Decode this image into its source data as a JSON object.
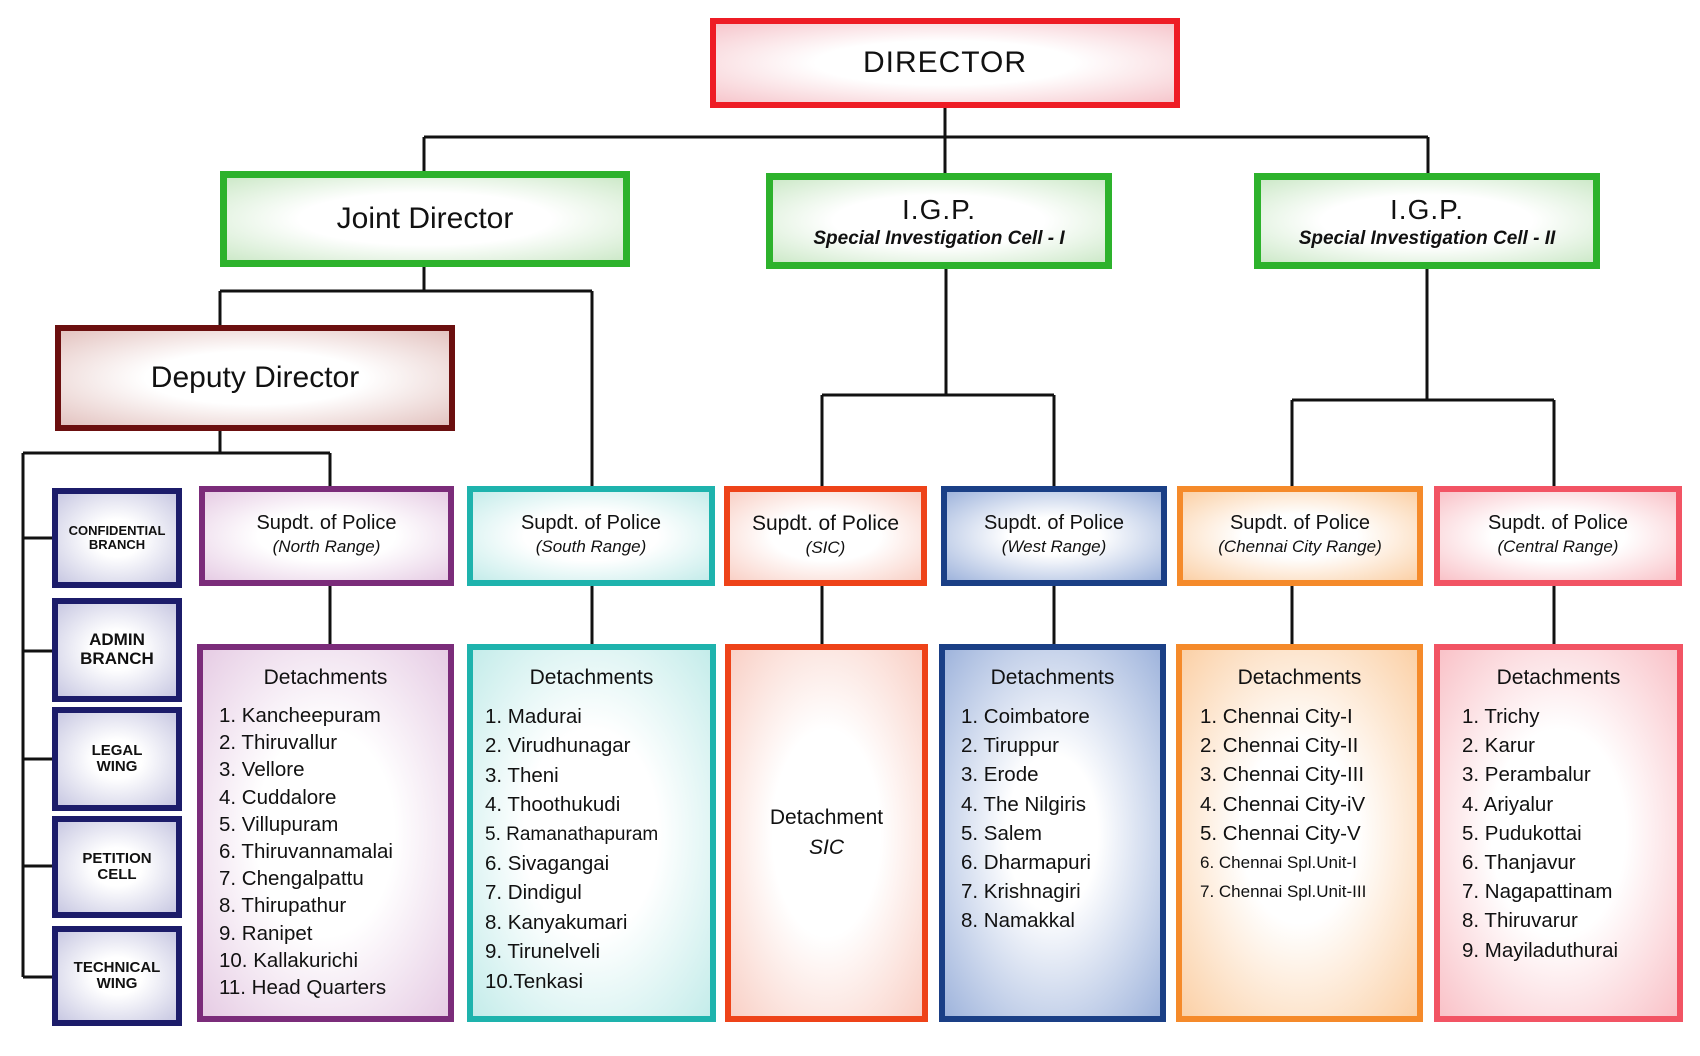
{
  "director": "DIRECTOR",
  "joint_director": "Joint Director",
  "igp1": {
    "title": "I.G.P.",
    "subtitle": "Special Investigation Cell - I"
  },
  "igp2": {
    "title": "I.G.P.",
    "subtitle": "Special Investigation Cell - II"
  },
  "deputy_director": "Deputy Director",
  "branches": [
    {
      "line1": "CONFIDENTIAL",
      "line2": "BRANCH"
    },
    {
      "line1": "ADMIN",
      "line2": "BRANCH"
    },
    {
      "line1": "LEGAL",
      "line2": "WING"
    },
    {
      "line1": "PETITION",
      "line2": "CELL"
    },
    {
      "line1": "TECHNICAL",
      "line2": "WING"
    }
  ],
  "supdts": [
    {
      "line1": "Supdt. of Police",
      "line2": "(North Range)"
    },
    {
      "line1": "Supdt. of Police",
      "line2": "(South Range)"
    },
    {
      "line1": "Supdt. of Police",
      "line2": "(SIC)"
    },
    {
      "line1": "Supdt. of Police",
      "line2": "(West Range)"
    },
    {
      "line1": "Supdt. of Police",
      "line2": "(Chennai City Range)"
    },
    {
      "line1": "Supdt. of Police",
      "line2": "(Central Range)"
    }
  ],
  "detachments": [
    {
      "heading": "Detachments",
      "items": [
        "1.  Kancheepuram",
        "2. Thiruvallur",
        "3. Vellore",
        "4. Cuddalore",
        "5. Villupuram",
        "6. Thiruvannamalai",
        "7. Chengalpattu",
        "8. Thirupathur",
        "9. Ranipet",
        "10. Kallakurichi",
        "11. Head Quarters"
      ]
    },
    {
      "heading": "Detachments",
      "items": [
        "1. Madurai",
        "2. Virudhunagar",
        "3. Theni",
        "4. Thoothukudi",
        "5. Ramanathapuram",
        "6. Sivagangai",
        "7. Dindigul",
        "8. Kanyakumari",
        "9. Tirunelveli",
        "10.Tenkasi"
      ]
    },
    {
      "heading": "Detachment",
      "subheading": "SIC"
    },
    {
      "heading": "Detachments",
      "items": [
        "1. Coimbatore",
        "2. Tiruppur",
        "3. Erode",
        "4. The Nilgiris",
        "5. Salem",
        "6. Dharmapuri",
        "7. Krishnagiri",
        "8. Namakkal"
      ]
    },
    {
      "heading": "Detachments",
      "items": [
        "1.  Chennai City-I",
        "2. Chennai City-II",
        "3. Chennai City-III",
        "4. Chennai City-iV",
        "5. Chennai City-V",
        "6. Chennai Spl.Unit-I",
        "7. Chennai Spl.Unit-III"
      ]
    },
    {
      "heading": "Detachments",
      "items": [
        "1. Trichy",
        "2. Karur",
        "3. Perambalur",
        "4. Ariyalur",
        "5. Pudukottai",
        "6. Thanjavur",
        "7. Nagapattinam",
        "8. Thiruvarur",
        "9. Mayiladuthurai"
      ]
    }
  ]
}
